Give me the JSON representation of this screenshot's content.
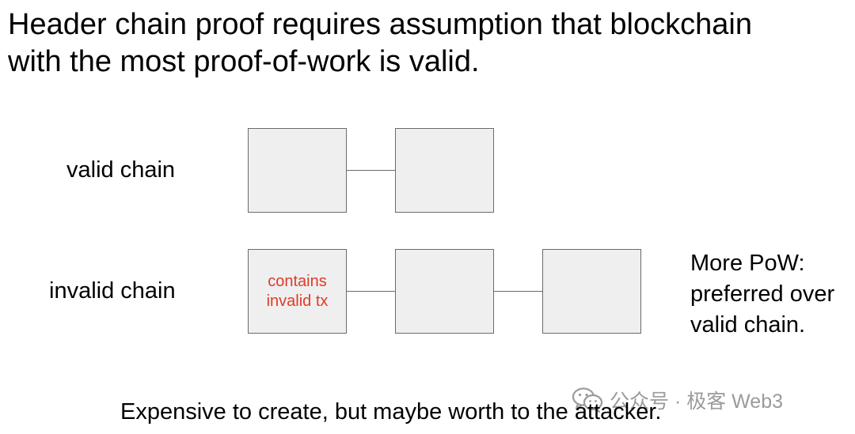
{
  "title": {
    "line1": "Header chain proof requires assumption that blockchain",
    "line2": "with the most proof-of-work is valid."
  },
  "valid_chain": {
    "label": "valid chain",
    "blocks": 2
  },
  "invalid_chain": {
    "label": "invalid chain",
    "blocks": 3,
    "first_block_note": {
      "line1": "contains",
      "line2": "invalid tx",
      "color": "#e03a2a"
    }
  },
  "side_note": {
    "line1": "More PoW:",
    "line2": "preferred over",
    "line3": "valid chain."
  },
  "footer": "Expensive to create, but maybe worth to the attacker.",
  "watermark": {
    "text": "公众号 · 极客 Web3",
    "icon": "wechat-icon"
  },
  "colors": {
    "block_fill": "#efefef",
    "block_border": "#6b6b6b",
    "note_text": "#e03a2a"
  }
}
